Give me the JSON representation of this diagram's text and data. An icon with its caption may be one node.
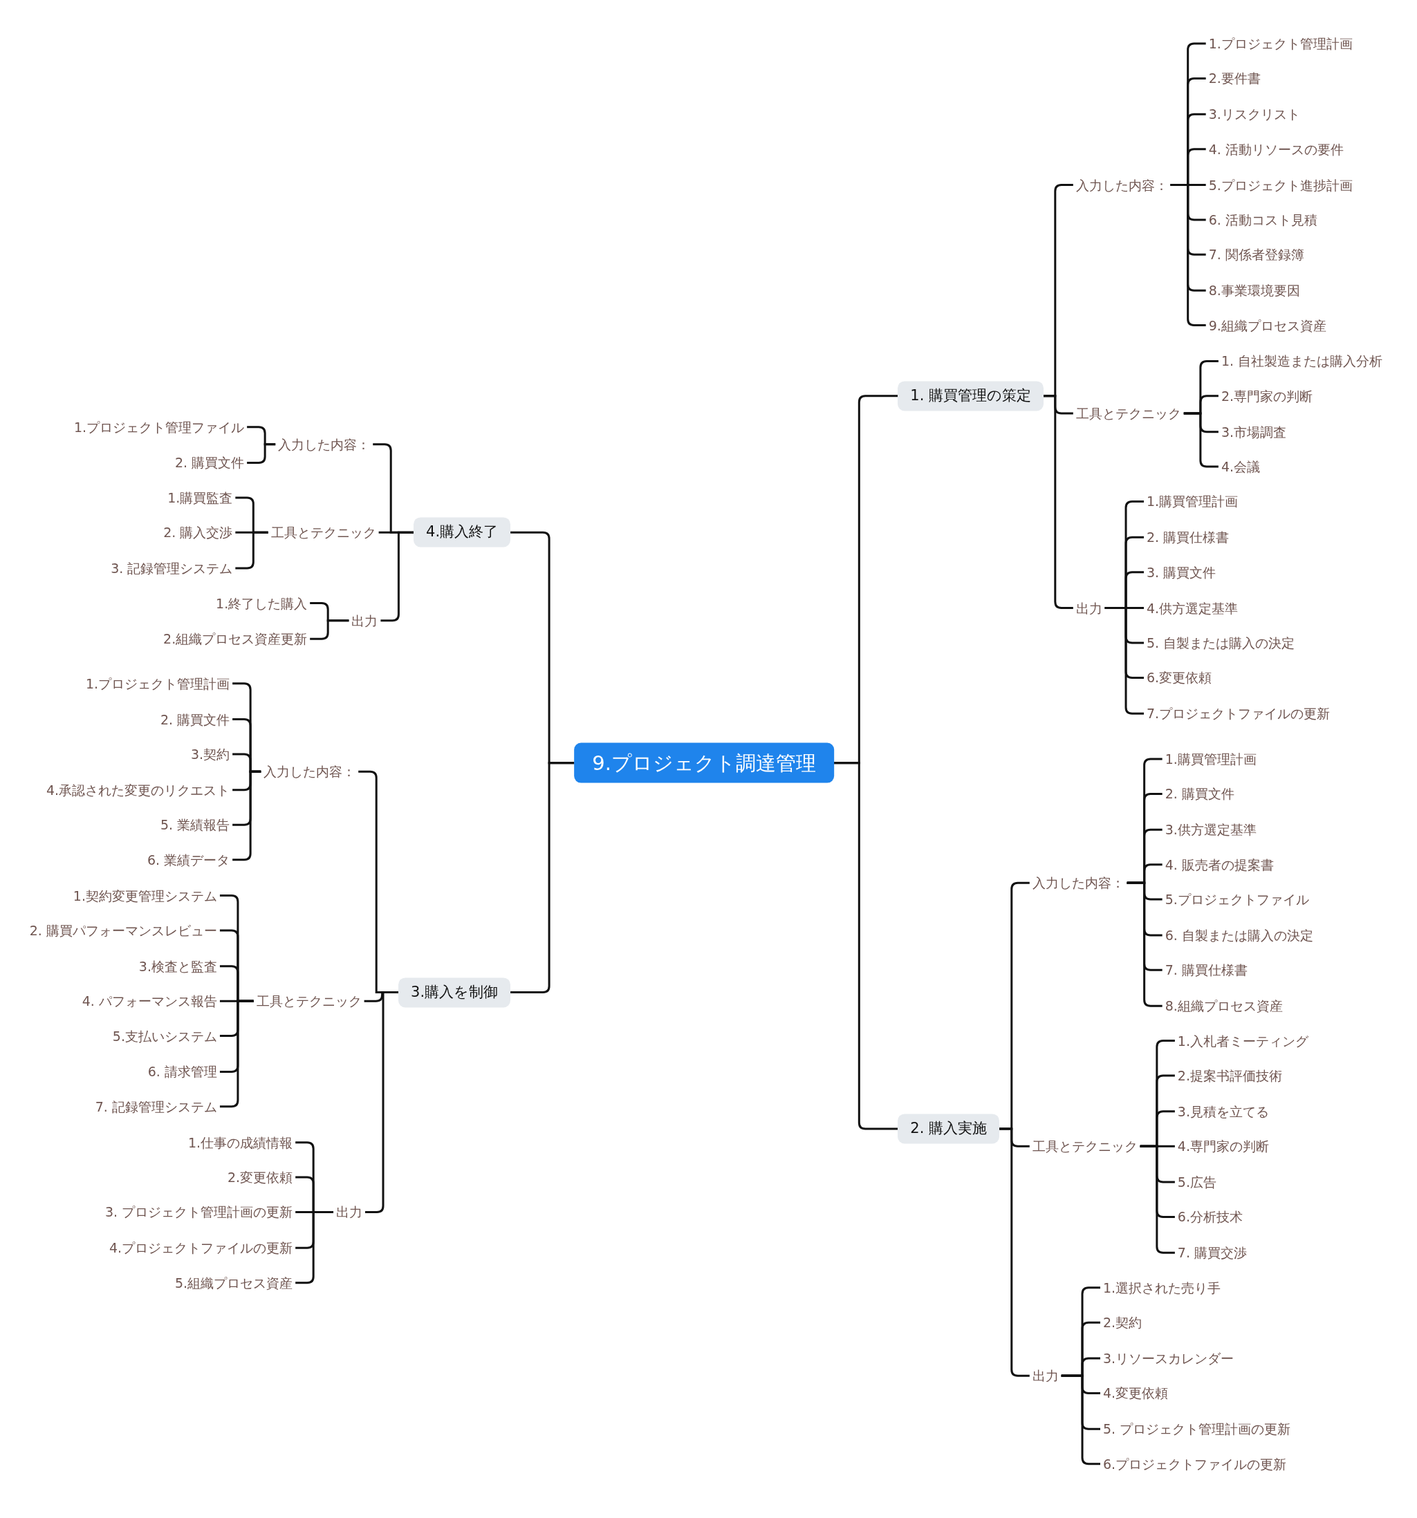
{
  "diagram": {
    "nodes": [
      {
        "text": [
          "9.プロジェクト調達管理"
        ]
      },
      {
        "text": [
          "1. 購買管理の策定"
        ]
      },
      {
        "text": [
          "入力した内容："
        ]
      },
      {
        "text": [
          "1.プロジェクト管理計画"
        ]
      },
      {
        "text": [
          "2.要件書"
        ]
      },
      {
        "text": [
          "3.リスクリスト"
        ]
      },
      {
        "text": [
          "4. 活動リソースの要件"
        ]
      },
      {
        "text": [
          "5.プロジェクト進捗計画"
        ]
      },
      {
        "text": [
          "6. 活動コスト見積"
        ]
      },
      {
        "text": [
          "7. 関係者登録簿"
        ]
      },
      {
        "text": [
          "8.事業環境要因"
        ]
      },
      {
        "text": [
          "9.組織プロセス資産"
        ]
      },
      {
        "text": [
          "工具とテクニック"
        ]
      },
      {
        "text": [
          "1. 自社製造または購入分析"
        ]
      },
      {
        "text": [
          "2.専門家の判断"
        ]
      },
      {
        "text": [
          "3.市場調査"
        ]
      },
      {
        "text": [
          "4.会議"
        ]
      },
      {
        "text": [
          "出力"
        ]
      },
      {
        "text": [
          "1.購買管理計画"
        ]
      },
      {
        "text": [
          "2. 購買仕様書"
        ]
      },
      {
        "text": [
          "3. 購買文件"
        ]
      },
      {
        "text": [
          "4.供方選定基準"
        ]
      },
      {
        "text": [
          "5. 自製または購入の決定"
        ]
      },
      {
        "text": [
          "6.変更依頼"
        ]
      },
      {
        "text": [
          "7.プロジェクトファイルの更新"
        ]
      },
      {
        "text": [
          "2. 購入実施"
        ]
      },
      {
        "text": [
          "入力した内容："
        ]
      },
      {
        "text": [
          "1.購買管理計画"
        ]
      },
      {
        "text": [
          "2. 購買文件"
        ]
      },
      {
        "text": [
          "3.供方選定基準"
        ]
      },
      {
        "text": [
          "4. 販売者の提案書"
        ]
      },
      {
        "text": [
          "5.プロジェクトファイル"
        ]
      },
      {
        "text": [
          "6. 自製または購入の決定"
        ]
      },
      {
        "text": [
          "7. 購買仕様書"
        ]
      },
      {
        "text": [
          "8.組織プロセス資産"
        ]
      },
      {
        "text": [
          "工具とテクニック"
        ]
      },
      {
        "text": [
          "1.入札者ミーティング"
        ]
      },
      {
        "text": [
          "2.提案书評価技術"
        ]
      },
      {
        "text": [
          "3.見積を立てる"
        ]
      },
      {
        "text": [
          "4.専門家の判断"
        ]
      },
      {
        "text": [
          "5.広告"
        ]
      },
      {
        "text": [
          "6.分析技术"
        ]
      },
      {
        "text": [
          "7. 購買交渉"
        ]
      },
      {
        "text": [
          "出力"
        ]
      },
      {
        "text": [
          "1.選択された売り手"
        ]
      },
      {
        "text": [
          "2.契約"
        ]
      },
      {
        "text": [
          "3.リソースカレンダー"
        ]
      },
      {
        "text": [
          "4.変更依頼"
        ]
      },
      {
        "text": [
          "5. プロジェクト管理計画の更新"
        ]
      },
      {
        "text": [
          "6.プロジェクトファイルの更新"
        ]
      },
      {
        "text": [
          "4.購入終了"
        ]
      },
      {
        "text": [
          "入力した内容："
        ]
      },
      {
        "text": [
          "1.プロジェクト管理ファイル"
        ]
      },
      {
        "text": [
          "2. 購買文件"
        ]
      },
      {
        "text": [
          "工具とテクニック"
        ]
      },
      {
        "text": [
          "1.購買監査"
        ]
      },
      {
        "text": [
          "2. 購入交渉"
        ]
      },
      {
        "text": [
          "3. 記録管理システム"
        ]
      },
      {
        "text": [
          "出力"
        ]
      },
      {
        "text": [
          "1.終了した購入"
        ]
      },
      {
        "text": [
          "2.組織プロセス資産更新"
        ]
      },
      {
        "text": [
          "3.購入を制御"
        ]
      },
      {
        "text": [
          "入力した内容："
        ]
      },
      {
        "text": [
          "1.プロジェクト管理計画"
        ]
      },
      {
        "text": [
          "2. 購買文件"
        ]
      },
      {
        "text": [
          "3.契約"
        ]
      },
      {
        "text": [
          "4.承認された変更のリクエスト"
        ]
      },
      {
        "text": [
          "5. 業績報告"
        ]
      },
      {
        "text": [
          "6. 業績データ"
        ]
      },
      {
        "text": [
          "工具とテクニック"
        ]
      },
      {
        "text": [
          "1.契約変更管理システム"
        ]
      },
      {
        "text": [
          "2. 購買パフォーマンスレビュー"
        ]
      },
      {
        "text": [
          "3.検査と監査"
        ]
      },
      {
        "text": [
          "4. パフォーマンス報告"
        ]
      },
      {
        "text": [
          "5.支払いシステム"
        ]
      },
      {
        "text": [
          "6. 請求管理"
        ]
      },
      {
        "text": [
          "7. 記録管理システム"
        ]
      },
      {
        "text": [
          "出力"
        ]
      },
      {
        "text": [
          "1.仕事の成績情報"
        ]
      },
      {
        "text": [
          "2.変更依頼"
        ]
      },
      {
        "text": [
          "3. プロジェクト管理計画の更新"
        ]
      },
      {
        "text": [
          "4.プロジェクトファイルの更新"
        ]
      },
      {
        "text": [
          "5.組織プロセス資産"
        ]
      }
    ],
    "edges": [
      {
        "from": 0,
        "to": 1,
        "arrow": "none"
      },
      {
        "from": 0,
        "to": 25,
        "arrow": "none"
      },
      {
        "from": 0,
        "to": 50,
        "arrow": "none"
      },
      {
        "from": 0,
        "to": 61,
        "arrow": "none"
      },
      {
        "from": 1,
        "to": 2,
        "arrow": "none"
      },
      {
        "from": 1,
        "to": 12,
        "arrow": "none"
      },
      {
        "from": 1,
        "to": 17,
        "arrow": "none"
      },
      {
        "from": 2,
        "to": 3,
        "arrow": "none"
      },
      {
        "from": 2,
        "to": 4,
        "arrow": "none"
      },
      {
        "from": 2,
        "to": 5,
        "arrow": "none"
      },
      {
        "from": 2,
        "to": 6,
        "arrow": "none"
      },
      {
        "from": 2,
        "to": 7,
        "arrow": "none"
      },
      {
        "from": 2,
        "to": 8,
        "arrow": "none"
      },
      {
        "from": 2,
        "to": 9,
        "arrow": "none"
      },
      {
        "from": 2,
        "to": 10,
        "arrow": "none"
      },
      {
        "from": 2,
        "to": 11,
        "arrow": "none"
      },
      {
        "from": 12,
        "to": 13,
        "arrow": "none"
      },
      {
        "from": 12,
        "to": 14,
        "arrow": "none"
      },
      {
        "from": 12,
        "to": 15,
        "arrow": "none"
      },
      {
        "from": 12,
        "to": 16,
        "arrow": "none"
      },
      {
        "from": 17,
        "to": 18,
        "arrow": "none"
      },
      {
        "from": 17,
        "to": 19,
        "arrow": "none"
      },
      {
        "from": 17,
        "to": 20,
        "arrow": "none"
      },
      {
        "from": 17,
        "to": 21,
        "arrow": "none"
      },
      {
        "from": 17,
        "to": 22,
        "arrow": "none"
      },
      {
        "from": 17,
        "to": 23,
        "arrow": "none"
      },
      {
        "from": 17,
        "to": 24,
        "arrow": "none"
      },
      {
        "from": 25,
        "to": 26,
        "arrow": "none"
      },
      {
        "from": 25,
        "to": 35,
        "arrow": "none"
      },
      {
        "from": 25,
        "to": 43,
        "arrow": "none"
      },
      {
        "from": 26,
        "to": 27,
        "arrow": "none"
      },
      {
        "from": 26,
        "to": 28,
        "arrow": "none"
      },
      {
        "from": 26,
        "to": 29,
        "arrow": "none"
      },
      {
        "from": 26,
        "to": 30,
        "arrow": "none"
      },
      {
        "from": 26,
        "to": 31,
        "arrow": "none"
      },
      {
        "from": 26,
        "to": 32,
        "arrow": "none"
      },
      {
        "from": 26,
        "to": 33,
        "arrow": "none"
      },
      {
        "from": 26,
        "to": 34,
        "arrow": "none"
      },
      {
        "from": 35,
        "to": 36,
        "arrow": "none"
      },
      {
        "from": 35,
        "to": 37,
        "arrow": "none"
      },
      {
        "from": 35,
        "to": 38,
        "arrow": "none"
      },
      {
        "from": 35,
        "to": 39,
        "arrow": "none"
      },
      {
        "from": 35,
        "to": 40,
        "arrow": "none"
      },
      {
        "from": 35,
        "to": 41,
        "arrow": "none"
      },
      {
        "from": 35,
        "to": 42,
        "arrow": "none"
      },
      {
        "from": 43,
        "to": 44,
        "arrow": "none"
      },
      {
        "from": 43,
        "to": 45,
        "arrow": "none"
      },
      {
        "from": 43,
        "to": 46,
        "arrow": "none"
      },
      {
        "from": 43,
        "to": 47,
        "arrow": "none"
      },
      {
        "from": 43,
        "to": 48,
        "arrow": "none"
      },
      {
        "from": 43,
        "to": 49,
        "arrow": "none"
      },
      {
        "from": 50,
        "to": 51,
        "arrow": "none"
      },
      {
        "from": 50,
        "to": 54,
        "arrow": "none"
      },
      {
        "from": 50,
        "to": 58,
        "arrow": "none"
      },
      {
        "from": 51,
        "to": 52,
        "arrow": "none"
      },
      {
        "from": 51,
        "to": 53,
        "arrow": "none"
      },
      {
        "from": 54,
        "to": 55,
        "arrow": "none"
      },
      {
        "from": 54,
        "to": 56,
        "arrow": "none"
      },
      {
        "from": 54,
        "to": 57,
        "arrow": "none"
      },
      {
        "from": 58,
        "to": 59,
        "arrow": "none"
      },
      {
        "from": 58,
        "to": 60,
        "arrow": "none"
      },
      {
        "from": 61,
        "to": 62,
        "arrow": "none"
      },
      {
        "from": 61,
        "to": 69,
        "arrow": "none"
      },
      {
        "from": 61,
        "to": 77,
        "arrow": "none"
      },
      {
        "from": 62,
        "to": 63,
        "arrow": "none"
      },
      {
        "from": 62,
        "to": 64,
        "arrow": "none"
      },
      {
        "from": 62,
        "to": 65,
        "arrow": "none"
      },
      {
        "from": 62,
        "to": 66,
        "arrow": "none"
      },
      {
        "from": 62,
        "to": 67,
        "arrow": "none"
      },
      {
        "from": 62,
        "to": 68,
        "arrow": "none"
      },
      {
        "from": 69,
        "to": 70,
        "arrow": "none"
      },
      {
        "from": 69,
        "to": 71,
        "arrow": "none"
      },
      {
        "from": 69,
        "to": 72,
        "arrow": "none"
      },
      {
        "from": 69,
        "to": 73,
        "arrow": "none"
      },
      {
        "from": 69,
        "to": 74,
        "arrow": "none"
      },
      {
        "from": 69,
        "to": 75,
        "arrow": "none"
      },
      {
        "from": 69,
        "to": 76,
        "arrow": "none"
      },
      {
        "from": 77,
        "to": 78,
        "arrow": "none"
      },
      {
        "from": 77,
        "to": 79,
        "arrow": "none"
      },
      {
        "from": 77,
        "to": 80,
        "arrow": "none"
      },
      {
        "from": 77,
        "to": 81,
        "arrow": "none"
      },
      {
        "from": 77,
        "to": 82,
        "arrow": "none"
      }
    ]
  }
}
